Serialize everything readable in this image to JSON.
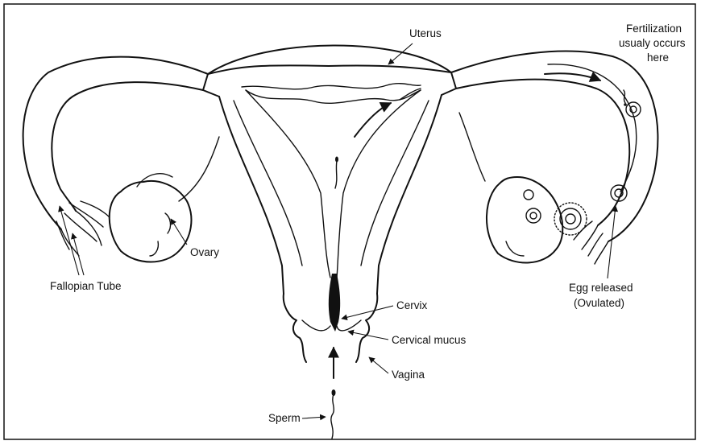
{
  "labels": {
    "uterus": "Uterus",
    "fertilization_line1": "Fertilization",
    "fertilization_line2": "usualy occurs",
    "fertilization_line3": "here",
    "ovary": "Ovary",
    "fallopian_tube": "Fallopian Tube",
    "egg_released_line1": "Egg released",
    "egg_released_line2": "(Ovulated)",
    "cervix": "Cervix",
    "cervical_mucus": "Cervical mucus",
    "vagina": "Vagina",
    "sperm": "Sperm"
  }
}
